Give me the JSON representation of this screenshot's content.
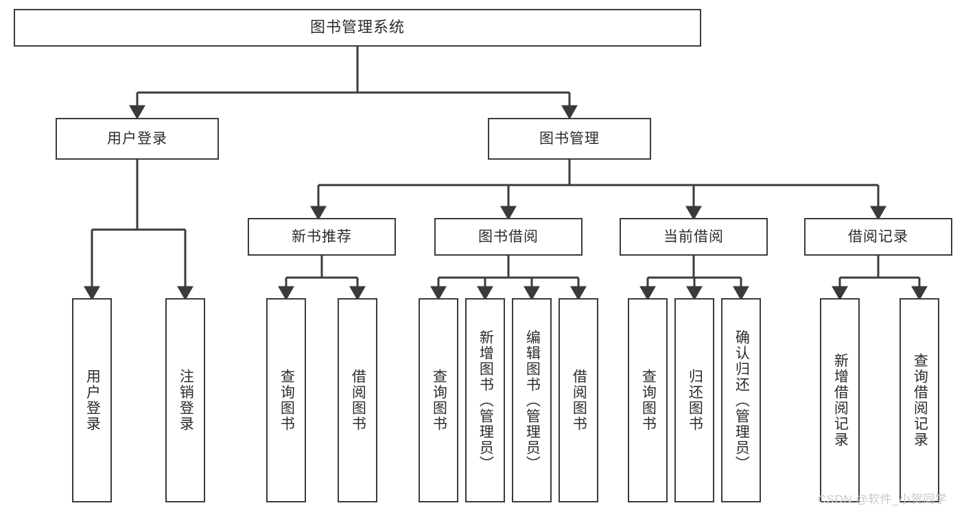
{
  "diagram": {
    "title": "图书管理系统",
    "type": "tree",
    "root": {
      "label": "图书管理系统"
    },
    "level1": [
      {
        "label": "用户登录"
      },
      {
        "label": "图书管理"
      }
    ],
    "level2": [
      {
        "label": "新书推荐"
      },
      {
        "label": "图书借阅"
      },
      {
        "label": "当前借阅"
      },
      {
        "label": "借阅记录"
      }
    ],
    "leaves": {
      "user_login": [
        {
          "label": "用户登录"
        },
        {
          "label": "注销登录"
        }
      ],
      "new_book_recommend": [
        {
          "label": "查询图书"
        },
        {
          "label": "借阅图书"
        }
      ],
      "book_borrow": [
        {
          "label": "查询图书"
        },
        {
          "label": "新增图书（管理员）"
        },
        {
          "label": "编辑图书（管理员）"
        },
        {
          "label": "借阅图书"
        }
      ],
      "current_borrow": [
        {
          "label": "查询图书"
        },
        {
          "label": "归还图书"
        },
        {
          "label": "确认归还（管理员）"
        }
      ],
      "borrow_record": [
        {
          "label": "新增借阅记录"
        },
        {
          "label": "查询借阅记录"
        }
      ]
    }
  },
  "watermark": {
    "text": "CSDN @软件_小贺同学"
  },
  "colors": {
    "stroke": "#3a3a3a",
    "background": "#ffffff",
    "text": "#2b2b2b",
    "watermark": "#c9c9c9"
  }
}
